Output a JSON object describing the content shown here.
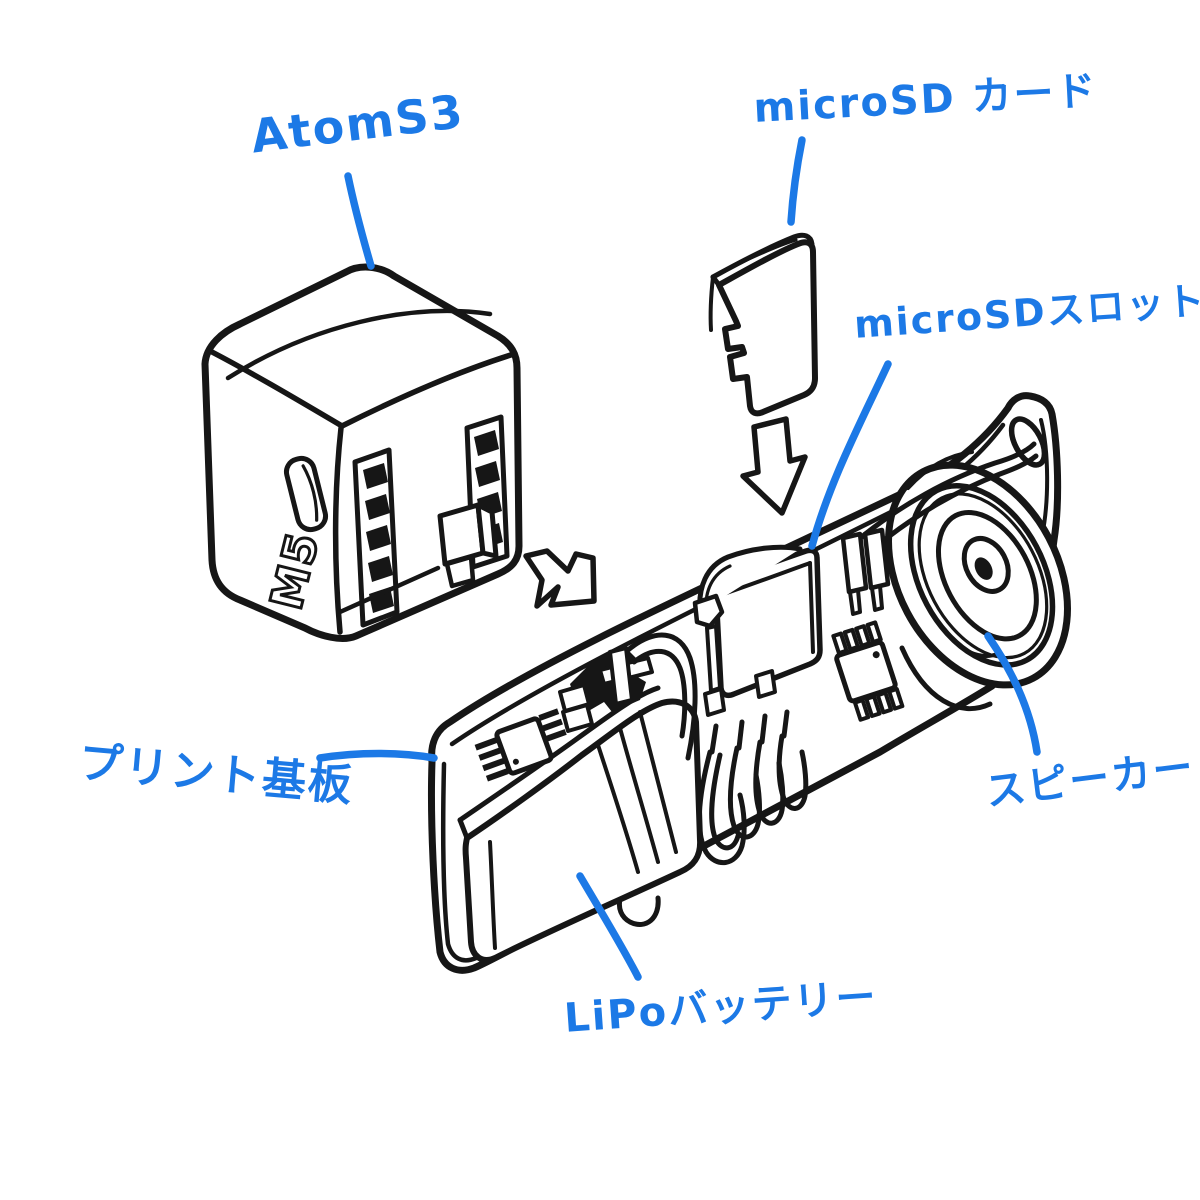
{
  "colors": {
    "ink": "#161616",
    "annotation_blue": "#1c79e6",
    "background": "#ffffff"
  },
  "annotations": {
    "atoms3": "AtomS3",
    "microsd_card": "microSD カード",
    "microsd_slot": "microSDスロット",
    "printed_circuit_board": "プリント基板",
    "speaker": "スピーカー",
    "lipo_battery": "LiPoバッテリー"
  },
  "device_markings": {
    "m5_logo": "M5"
  }
}
